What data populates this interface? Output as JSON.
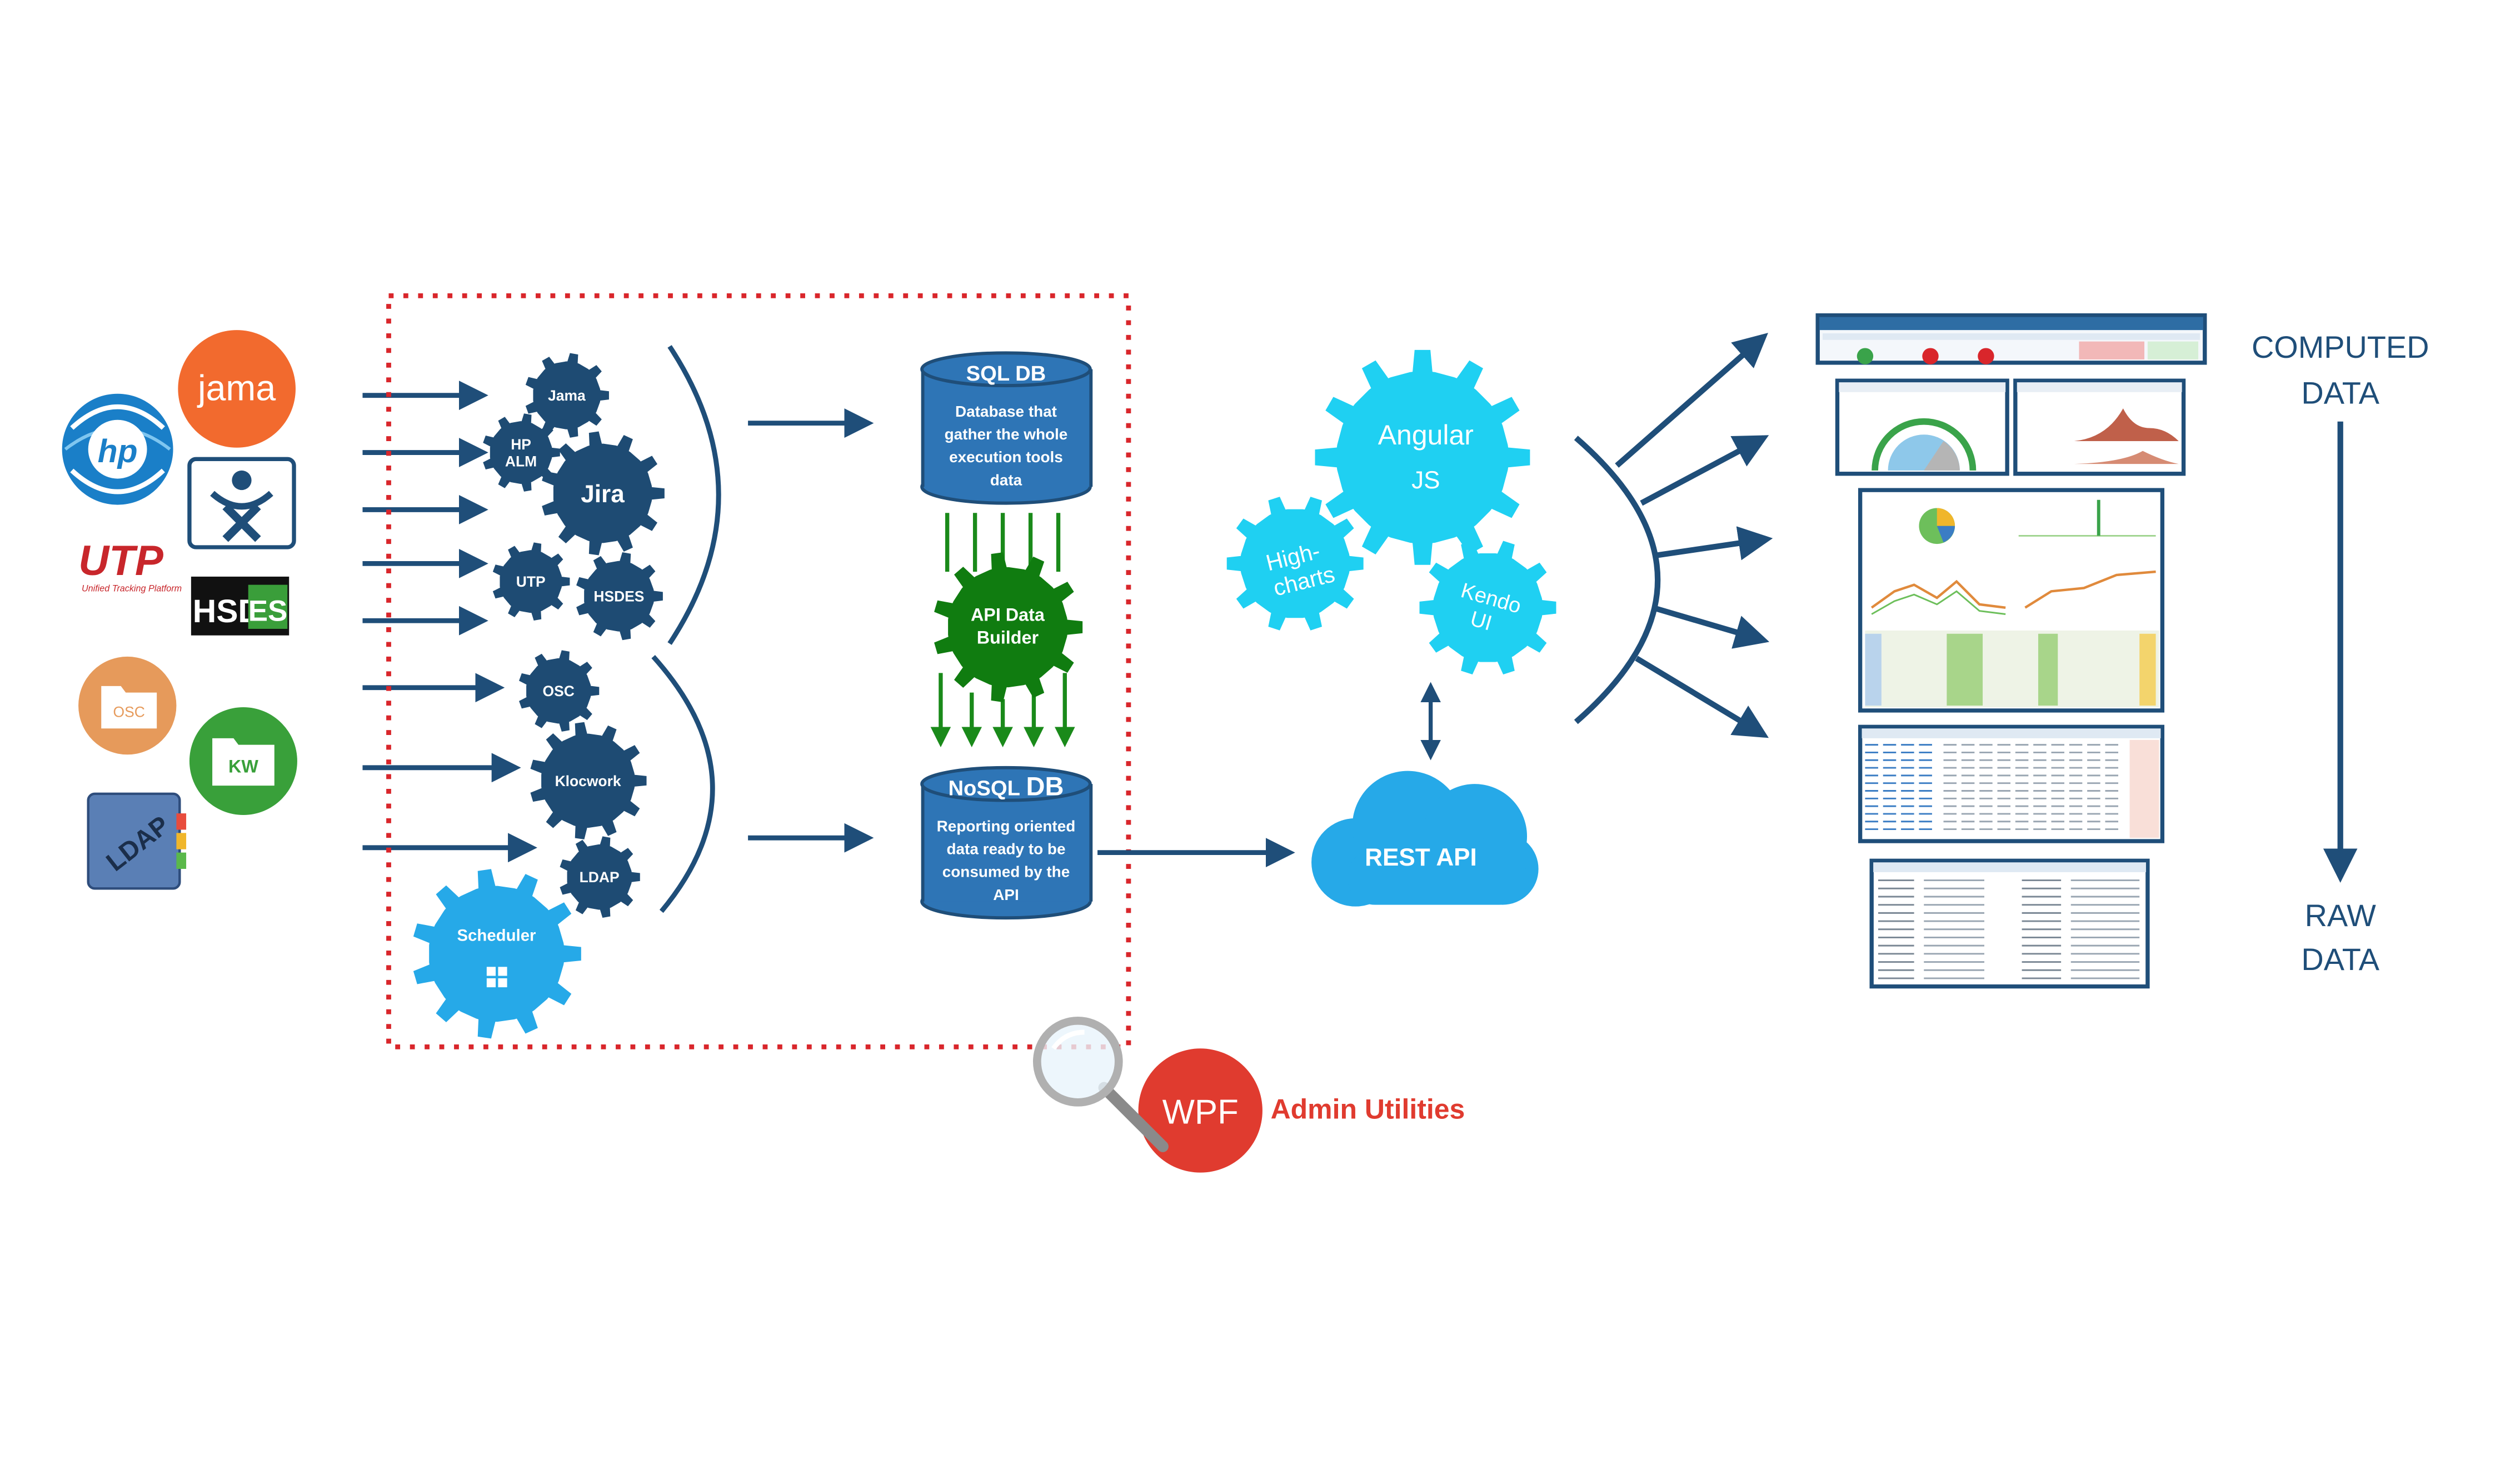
{
  "sources": {
    "jama": "jama",
    "hp": "hp",
    "utp": "UTP",
    "utp_sub": "Unified Tracking Platform",
    "hsd": "HSD",
    "es": "ES",
    "osc": "OSC",
    "kw": "KW",
    "ldap": "LDAP"
  },
  "connectors": {
    "jama": "Jama",
    "hp_alm_1": "HP",
    "hp_alm_2": "ALM",
    "jira": "Jira",
    "utp": "UTP",
    "hsdes": "HSDES",
    "osc": "OSC",
    "klocwork": "Klocwork",
    "ldap": "LDAP",
    "scheduler": "Scheduler"
  },
  "sql_db": {
    "title": "SQL DB",
    "desc": [
      "Database that",
      "gather the whole",
      "execution tools",
      "data"
    ]
  },
  "builder": {
    "line1": "API Data",
    "line2": "Builder"
  },
  "nosql_db": {
    "title_a": "NoSQL",
    "title_b": "DB",
    "desc": [
      "Reporting oriented",
      "data ready to be",
      "consumed by the",
      "API"
    ]
  },
  "frontend": {
    "angular_1": "Angular",
    "angular_2": "JS",
    "highcharts_1": "High-",
    "highcharts_2": "charts",
    "kendo_1": "Kendo",
    "kendo_2": "UI"
  },
  "rest_api": "REST API",
  "wpf": {
    "badge": "WPF",
    "label": "Admin Utilities"
  },
  "scale": {
    "top_1": "COMPUTED",
    "top_2": "DATA",
    "bottom_1": "RAW",
    "bottom_2": "DATA"
  },
  "colors": {
    "navy": "#1f4e79",
    "dark_gear": "#1e4b73",
    "db_blue": "#2e75b6",
    "green": "#107c10",
    "cyan": "#1fd0f2",
    "sky": "#26a9e8",
    "red": "#e03b2f"
  }
}
